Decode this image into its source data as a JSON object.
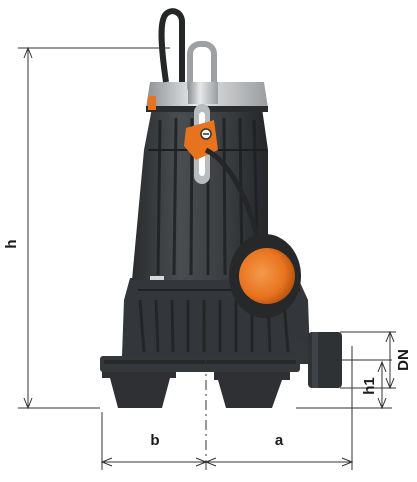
{
  "diagram": {
    "type": "submersible-pump-dimension-drawing",
    "dimensions": {
      "h": "h",
      "b": "b",
      "a": "a",
      "dn": "DN",
      "h1": "h1"
    },
    "colors": {
      "pump_body": "#3a3d40",
      "pump_body_dark": "#2a2c2e",
      "float_orange": "#e8731f",
      "handle_silver": "#c9cbcd",
      "cable": "#252627",
      "dimension_line": "#333333"
    }
  }
}
